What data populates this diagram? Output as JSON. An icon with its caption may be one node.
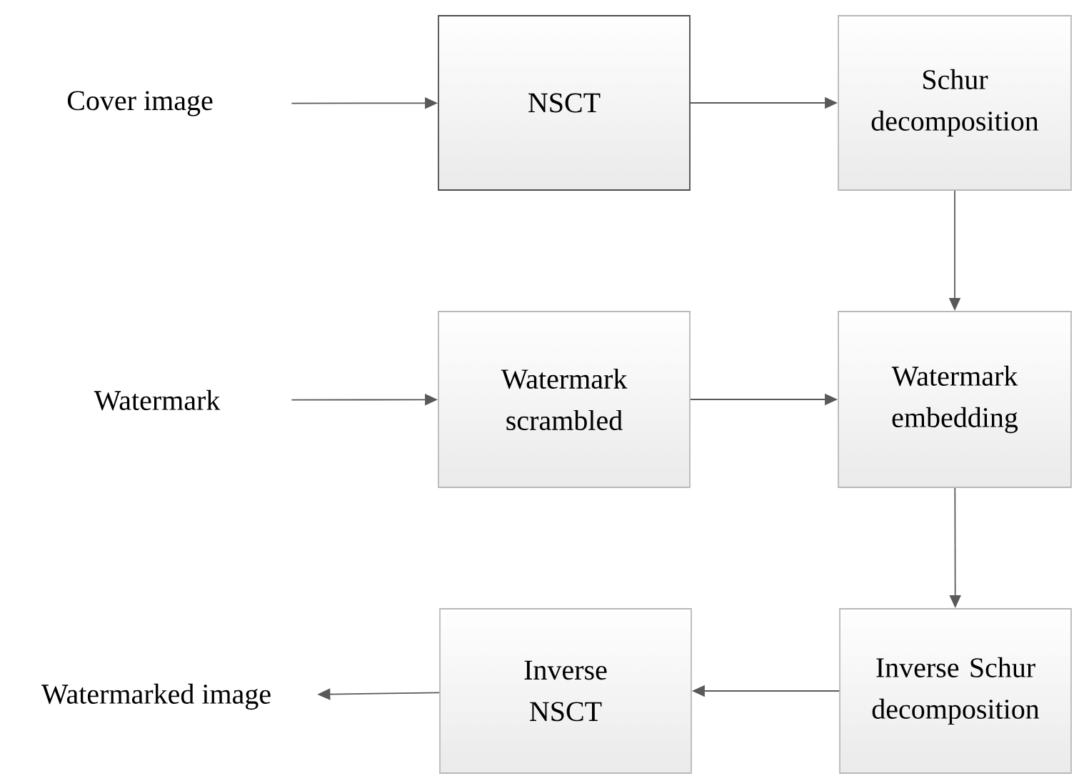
{
  "diagram": {
    "nodes": [
      {
        "text": [
          "Cover image"
        ]
      },
      {
        "text": [
          "NSCT"
        ]
      },
      {
        "text": [
          "Schur decomposition"
        ]
      },
      {
        "text": [
          "Watermark"
        ]
      },
      {
        "text": [
          "Watermark scrambled"
        ]
      },
      {
        "text": [
          "Watermark embedding"
        ]
      },
      {
        "text": [
          "Inverse Schur decomposition"
        ]
      },
      {
        "text": [
          "Inverse NSCT"
        ]
      },
      {
        "text": [
          "Watermarked image"
        ]
      }
    ],
    "edges": [
      {
        "from": 0,
        "to": 1,
        "arrow": "to"
      },
      {
        "from": 1,
        "to": 2,
        "arrow": "to"
      },
      {
        "from": 2,
        "to": 5,
        "arrow": "to"
      },
      {
        "from": 3,
        "to": 4,
        "arrow": "to"
      },
      {
        "from": 4,
        "to": 5,
        "arrow": "to"
      },
      {
        "from": 5,
        "to": 6,
        "arrow": "to"
      },
      {
        "from": 6,
        "to": 7,
        "arrow": "to"
      },
      {
        "from": 7,
        "to": 8,
        "arrow": "to"
      }
    ]
  }
}
